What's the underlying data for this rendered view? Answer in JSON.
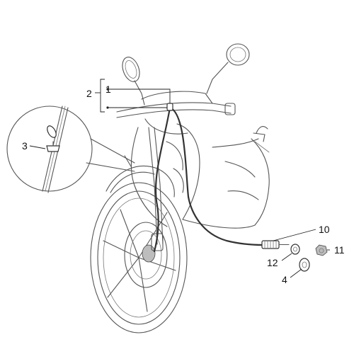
{
  "diagram": {
    "callouts": [
      {
        "id": "callout-1",
        "label": "1"
      },
      {
        "id": "callout-2",
        "label": "2"
      },
      {
        "id": "callout-3",
        "label": "3"
      },
      {
        "id": "callout-10",
        "label": "10"
      },
      {
        "id": "callout-11",
        "label": "11"
      },
      {
        "id": "callout-12",
        "label": "12"
      },
      {
        "id": "callout-4",
        "label": "4"
      }
    ]
  }
}
